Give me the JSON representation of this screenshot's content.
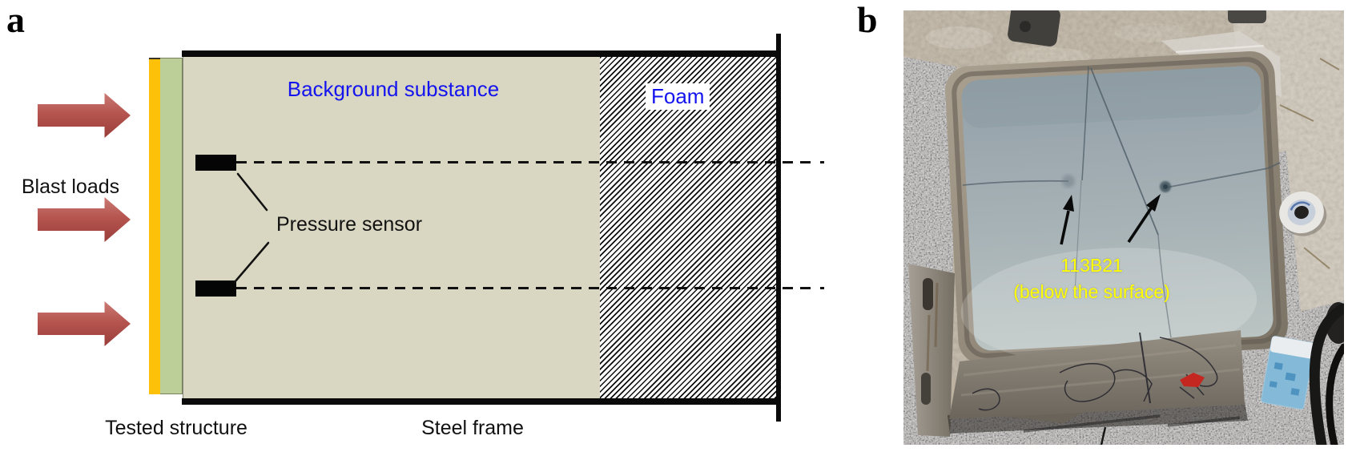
{
  "panel_a": {
    "label": "a",
    "blast_loads_label": "Blast loads",
    "background_substance_label": "Background substance",
    "foam_label": "Foam",
    "pressure_sensor_label": "Pressure sensor",
    "tested_structure_label": "Tested structure",
    "steel_frame_label": "Steel frame",
    "colors": {
      "blast_arrow_red": "#b2534e",
      "tested_structure_layer_orange": "#fec10a",
      "tested_structure_layer_green": "#bccf98",
      "background_substance_tan": "#d9d6c2",
      "annotation_blue": "#1414ee",
      "steel_frame_black": "#0a0a0a",
      "foam_hatch": "#0d0d0d"
    }
  },
  "panel_b": {
    "label": "b",
    "annotation": {
      "line1": "113B21",
      "line2": "(below the surface)",
      "color": "#ffff00"
    }
  }
}
